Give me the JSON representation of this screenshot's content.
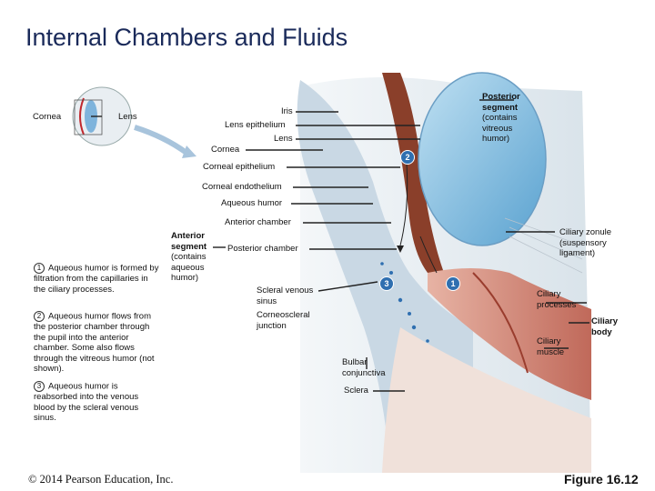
{
  "title": "Internal Chambers and Fluids",
  "labels": {
    "cornea_small": "Cornea",
    "lens_small": "Lens",
    "iris": "Iris",
    "lens_epithelium": "Lens epithelium",
    "lens": "Lens",
    "cornea": "Cornea",
    "corneal_epithelium": "Corneal epithelium",
    "corneal_endothelium": "Corneal endothelium",
    "aqueous_humor": "Aqueous humor",
    "anterior_chamber": "Anterior chamber",
    "posterior_chamber": "Posterior chamber",
    "anterior_segment_title": "Anterior segment",
    "anterior_segment_note": "(contains aqueous humor)",
    "posterior_segment_title": "Posterior segment",
    "posterior_segment_note": "(contains vitreous humor)",
    "ciliary_zonule": "Ciliary zonule (suspensory ligament)",
    "ciliary_processes": "Ciliary processes",
    "ciliary_body": "Ciliary body",
    "ciliary_muscle": "Ciliary muscle",
    "scleral_venous_sinus": "Scleral venous sinus",
    "corneoscleral_junction": "Corneoscleral junction",
    "bulbar_conjunctiva": "Bulbar conjunctiva",
    "sclera": "Sclera"
  },
  "steps": [
    {
      "num": "1",
      "text": "Aqueous humor is formed by filtration from the capillaries in the ciliary processes."
    },
    {
      "num": "2",
      "text": "Aqueous humor flows from the posterior chamber through the pupil into the anterior chamber. Some also flows through the vitreous humor (not shown)."
    },
    {
      "num": "3",
      "text": "Aqueous humor is reabsorbed into the venous blood by the scleral venous sinus."
    }
  ],
  "badges": [
    "2",
    "3",
    "1"
  ],
  "copyright": "© 2014 Pearson Education, Inc.",
  "figure": "Figure 16.12"
}
